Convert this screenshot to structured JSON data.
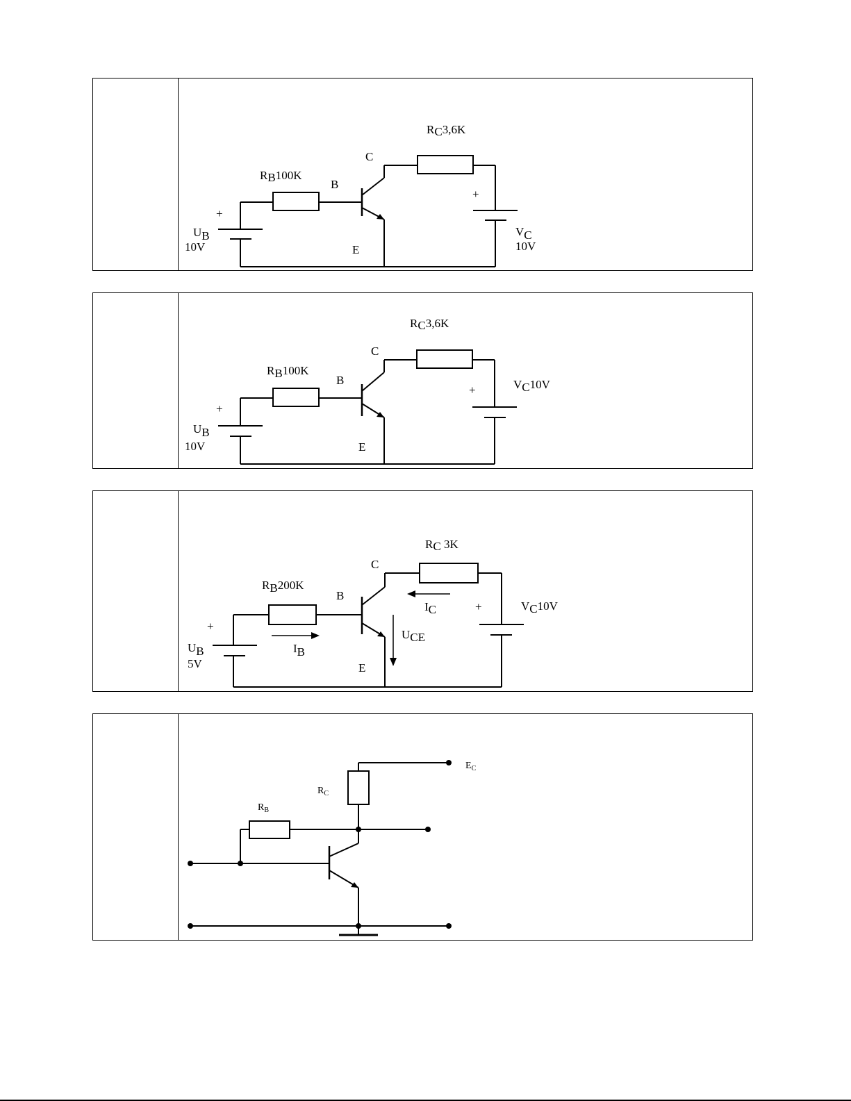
{
  "panels": [
    {
      "rb_label": "R",
      "rb_sub": "B",
      "rb_value": "100K",
      "rc_label": "R",
      "rc_sub": "C",
      "rc_value": "3,6K",
      "ub_label": "U",
      "ub_sub": "B",
      "ub_value": "10V",
      "vc_label": "V",
      "vc_sub": "C",
      "vc_value": "10V",
      "base": "B",
      "collector": "C",
      "emitter": "E",
      "plus": "+"
    },
    {
      "rb_label": "R",
      "rb_sub": "B",
      "rb_value": "100K",
      "rc_label": "R",
      "rc_sub": "C",
      "rc_value": "3,6K",
      "ub_label": "U",
      "ub_sub": "B",
      "ub_value": "10V",
      "vc_label": "V",
      "vc_sub": "C",
      "vc_value": "10V",
      "base": "B",
      "collector": "C",
      "emitter": "E",
      "plus": "+"
    },
    {
      "rb_label": "R",
      "rb_sub": "B",
      "rb_value": "200K",
      "rc_label": "R",
      "rc_sub": "C",
      "rc_value": " 3K",
      "ub_label": "U",
      "ub_sub": "B",
      "ub_value": "5V",
      "vc_label": "V",
      "vc_sub": "C",
      "vc_value": "10V",
      "ib_label": "I",
      "ib_sub": "B",
      "ic_label": "I",
      "ic_sub": "C",
      "uce_label": "U",
      "uce_sub": "CE",
      "base": "B",
      "collector": "C",
      "emitter": "E",
      "plus": "+"
    },
    {
      "rb_label": "R",
      "rb_sub": "B",
      "rc_label": "R",
      "rc_sub": "C",
      "ec_label": "E",
      "ec_sub": "C"
    }
  ]
}
